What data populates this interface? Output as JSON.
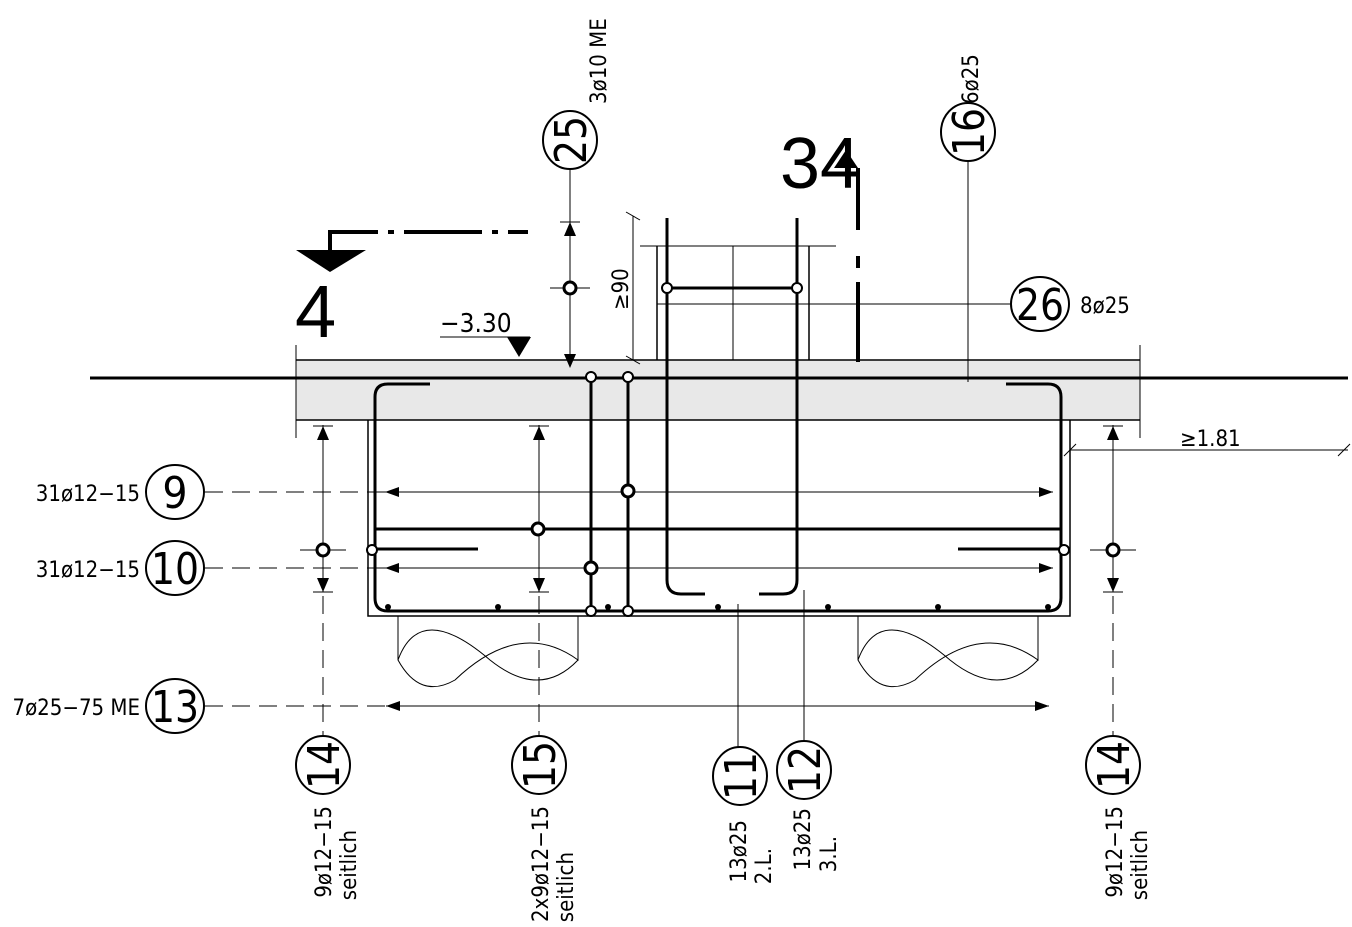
{
  "section_mark": {
    "number": "4",
    "detail_number": "34"
  },
  "level": {
    "label": "−3.30"
  },
  "dimensions": {
    "min_90": "≥90",
    "min_181": "≥1.81"
  },
  "positions": {
    "p9": {
      "number": "9",
      "spec": "31ø12−15"
    },
    "p10": {
      "number": "10",
      "spec": "31ø12−15"
    },
    "p13": {
      "number": "13",
      "spec": "7ø25−75 ME"
    },
    "p14_left": {
      "number": "14",
      "spec": "9ø12−15",
      "note": "seitlich"
    },
    "p15": {
      "number": "15",
      "spec": "2x9ø12−15",
      "note": "seitlich"
    },
    "p11": {
      "number": "11",
      "spec": "13ø25",
      "note": "2.L."
    },
    "p12": {
      "number": "12",
      "spec": "13ø25",
      "note": "3.L."
    },
    "p14_right": {
      "number": "14",
      "spec": "9ø12−15",
      "note": "seitlich"
    },
    "p16": {
      "number": "16",
      "spec": "6ø25"
    },
    "p25": {
      "number": "25",
      "spec": "3ø10 ME"
    },
    "p26": {
      "number": "26",
      "spec": "8ø25"
    }
  }
}
